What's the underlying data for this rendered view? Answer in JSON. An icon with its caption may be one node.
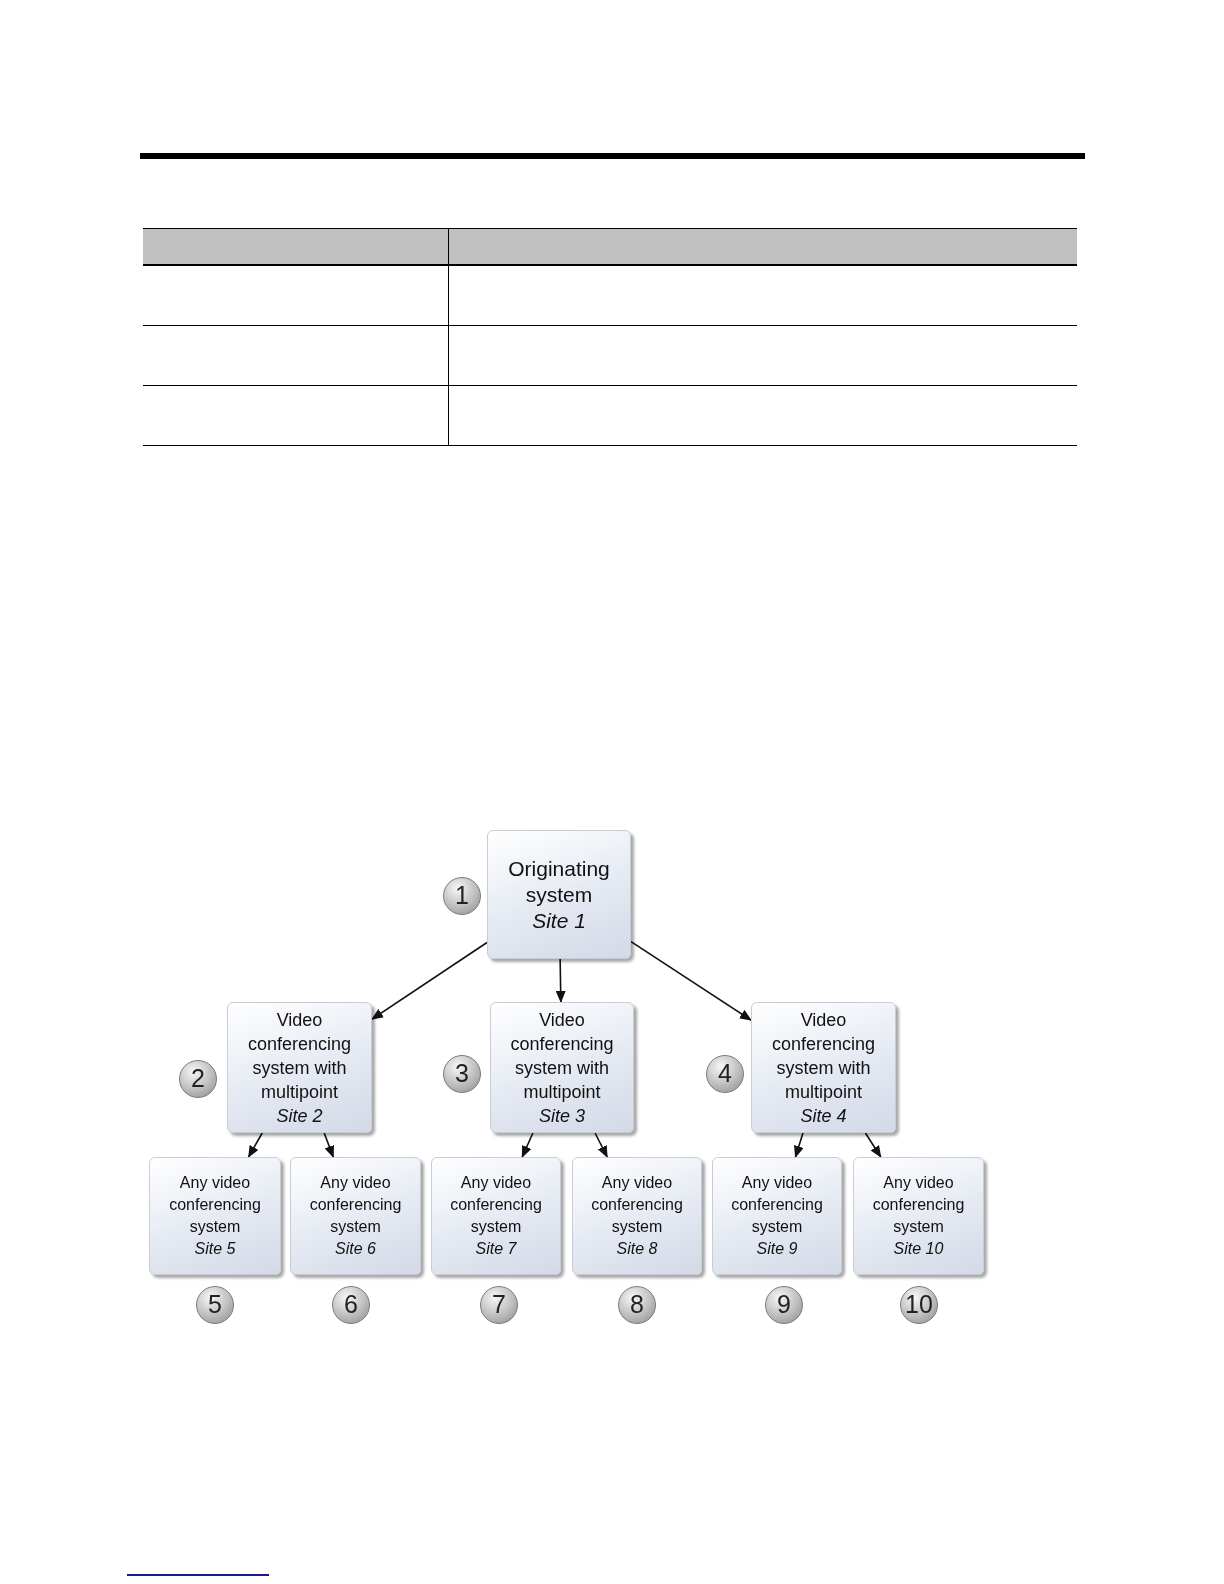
{
  "diagram": {
    "nodes": [
      {
        "text": [
          "Originating system",
          "Site 1"
        ],
        "beside": [
          "1"
        ]
      },
      {
        "text": [
          "Video conferencing system with multipoint",
          "Site 2"
        ],
        "beside": [
          "2"
        ]
      },
      {
        "text": [
          "Video conferencing system with multipoint",
          "Site 3"
        ],
        "beside": [
          "3"
        ]
      },
      {
        "text": [
          "Video conferencing system with multipoint",
          "Site 4"
        ],
        "beside": [
          "4"
        ]
      },
      {
        "text": [
          "Any video conferencing system",
          "Site 5"
        ],
        "beside": [
          "5"
        ]
      },
      {
        "text": [
          "Any video conferencing system",
          "Site 6"
        ],
        "beside": [
          "6"
        ]
      },
      {
        "text": [
          "Any video conferencing system",
          "Site 7"
        ],
        "beside": [
          "7"
        ]
      },
      {
        "text": [
          "Any video conferencing system",
          "Site 8"
        ],
        "beside": [
          "8"
        ]
      },
      {
        "text": [
          "Any video conferencing system",
          "Site 9"
        ],
        "beside": [
          "9"
        ]
      },
      {
        "text": [
          "Any video conferencing system",
          "Site 10"
        ],
        "beside": [
          "10"
        ]
      }
    ],
    "edges": [
      {
        "from": 0,
        "to": 1,
        "arrow": "to"
      },
      {
        "from": 0,
        "to": 2,
        "arrow": "to"
      },
      {
        "from": 0,
        "to": 3,
        "arrow": "to"
      },
      {
        "from": 1,
        "to": 4,
        "arrow": "to"
      },
      {
        "from": 1,
        "to": 5,
        "arrow": "to"
      },
      {
        "from": 2,
        "to": 6,
        "arrow": "to"
      },
      {
        "from": 2,
        "to": 7,
        "arrow": "to"
      },
      {
        "from": 3,
        "to": 8,
        "arrow": "to"
      },
      {
        "from": 3,
        "to": 9,
        "arrow": "to"
      }
    ]
  }
}
